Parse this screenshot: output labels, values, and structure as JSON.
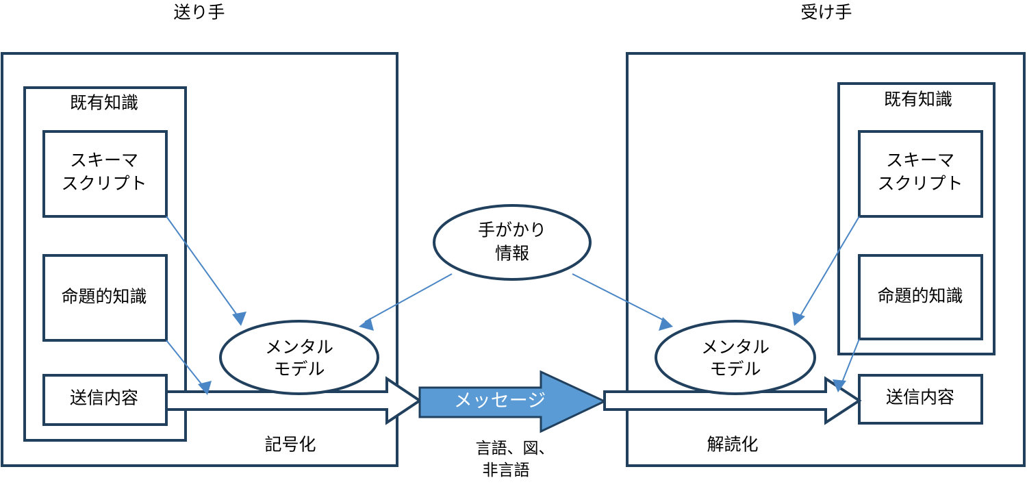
{
  "diagram": {
    "title_sender": "送り手",
    "title_receiver": "受け手",
    "colors": {
      "outline": "#20405e",
      "message_fill": "#5b9bd5",
      "connector": "#4a86c5",
      "background": "#ffffff"
    },
    "sender": {
      "header": "送り手",
      "knowledge_group_label": "既有知識",
      "schema_label_line1": "スキーマ",
      "schema_label_line2": "スクリプト",
      "propositional_label": "命題的知識",
      "content_label": "送信内容",
      "mental_model_line1": "メンタル",
      "mental_model_line2": "モデル",
      "process_label": "記号化"
    },
    "middle": {
      "clue_line1": "手がかり",
      "clue_line2": "情報",
      "message_label": "メッセージ",
      "modality_line1": "言語、図、",
      "modality_line2": "非言語"
    },
    "receiver": {
      "header": "受け手",
      "knowledge_group_label": "既有知識",
      "schema_label_line1": "スキーマ",
      "schema_label_line2": "スクリプト",
      "propositional_label": "命題的知識",
      "content_label": "送信内容",
      "mental_model_line1": "メンタル",
      "mental_model_line2": "モデル",
      "process_label": "解読化"
    }
  }
}
